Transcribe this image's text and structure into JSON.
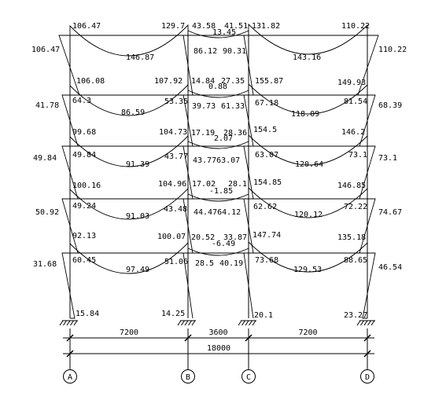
{
  "moment_labels": [
    {
      "id": "l5-A-left",
      "text": "106.47"
    },
    {
      "id": "l5-A-out",
      "text": "106.47"
    },
    {
      "id": "l5-AB-right",
      "text": "129.7"
    },
    {
      "id": "l5-AB-mid",
      "text": "146.87"
    },
    {
      "id": "l5-BC-left",
      "text": "43.58"
    },
    {
      "id": "l5-BC-right",
      "text": "41.51"
    },
    {
      "id": "l5-BC-mid",
      "text": "13.45"
    },
    {
      "id": "l5-CD-left",
      "text": "131.82"
    },
    {
      "id": "l5-CD-right",
      "text": "110.22"
    },
    {
      "id": "l5-D-out",
      "text": "110.22"
    },
    {
      "id": "l5-CD-mid",
      "text": "143.16"
    },
    {
      "id": "c5-B",
      "text": "86.12"
    },
    {
      "id": "c5-C",
      "text": "90.31"
    },
    {
      "id": "l4-A-left",
      "text": "106.08"
    },
    {
      "id": "l4-A-col",
      "text": "64.3"
    },
    {
      "id": "l4-A-out",
      "text": "41.78"
    },
    {
      "id": "l4-AB-right",
      "text": "107.92"
    },
    {
      "id": "l4-B-col",
      "text": "53.35"
    },
    {
      "id": "l4-AB-mid",
      "text": "86.59"
    },
    {
      "id": "l4-BC-left",
      "text": "14.84"
    },
    {
      "id": "l4-BC-right",
      "text": "27.35"
    },
    {
      "id": "l4-BC-mid",
      "text": "0.88"
    },
    {
      "id": "l4-CD-left",
      "text": "155.87"
    },
    {
      "id": "l4-CD-right",
      "text": "149.93"
    },
    {
      "id": "l4-C-col",
      "text": "67.18"
    },
    {
      "id": "l4-D-col",
      "text": "81.54"
    },
    {
      "id": "l4-D-out",
      "text": "68.39"
    },
    {
      "id": "l4-CD-mid",
      "text": "118.09"
    },
    {
      "id": "c4-B",
      "text": "39.73"
    },
    {
      "id": "c4-C",
      "text": "61.33"
    },
    {
      "id": "l3-A-left",
      "text": "99.68"
    },
    {
      "id": "l3-A-col",
      "text": "49.84"
    },
    {
      "id": "l3-A-out",
      "text": "49.84"
    },
    {
      "id": "l3-AB-right",
      "text": "104.73"
    },
    {
      "id": "l3-B-col",
      "text": "43.77"
    },
    {
      "id": "l3-AB-mid",
      "text": "91.39"
    },
    {
      "id": "l3-BC-left",
      "text": "17.19"
    },
    {
      "id": "l3-BC-right",
      "text": "28.36"
    },
    {
      "id": "l3-BC-mid",
      "text": "2.07"
    },
    {
      "id": "l3-CD-left",
      "text": "154.5"
    },
    {
      "id": "l3-CD-right",
      "text": "146.2"
    },
    {
      "id": "l3-C-col",
      "text": "63.07"
    },
    {
      "id": "l3-D-col",
      "text": "73.1"
    },
    {
      "id": "l3-D-out",
      "text": "73.1"
    },
    {
      "id": "l3-CD-mid",
      "text": "120.64"
    },
    {
      "id": "c3-BC",
      "text": "43.7763.07"
    },
    {
      "id": "l2-A-left",
      "text": "100.16"
    },
    {
      "id": "l2-A-col",
      "text": "49.24"
    },
    {
      "id": "l2-A-out",
      "text": "50.92"
    },
    {
      "id": "l2-AB-right",
      "text": "104.96"
    },
    {
      "id": "l2-B-col",
      "text": "43.48"
    },
    {
      "id": "l2-AB-mid",
      "text": "91.03"
    },
    {
      "id": "l2-BC-left",
      "text": "17.02"
    },
    {
      "id": "l2-BC-right",
      "text": "28.1"
    },
    {
      "id": "l2-BC-mid",
      "text": "-1.85"
    },
    {
      "id": "l2-CD-left",
      "text": "154.85"
    },
    {
      "id": "l2-CD-right",
      "text": "146.85"
    },
    {
      "id": "l2-C-col",
      "text": "62.62"
    },
    {
      "id": "l2-D-col",
      "text": "72.22"
    },
    {
      "id": "l2-D-out",
      "text": "74.67"
    },
    {
      "id": "l2-CD-mid",
      "text": "120.12"
    },
    {
      "id": "c2-BC",
      "text": "44.4764.12"
    },
    {
      "id": "l1-A-left",
      "text": "92.13"
    },
    {
      "id": "l1-A-col",
      "text": "60.45"
    },
    {
      "id": "l1-A-out",
      "text": "31.68"
    },
    {
      "id": "l1-AB-right",
      "text": "100.07"
    },
    {
      "id": "l1-B-col",
      "text": "51.06"
    },
    {
      "id": "l1-AB-mid",
      "text": "97.49"
    },
    {
      "id": "l1-BC-left",
      "text": "20.52"
    },
    {
      "id": "l1-BC-right",
      "text": "33.87"
    },
    {
      "id": "l1-BC-mid",
      "text": "-6.49"
    },
    {
      "id": "l1-CD-left",
      "text": "147.74"
    },
    {
      "id": "l1-CD-right",
      "text": "135.18"
    },
    {
      "id": "l1-C-col",
      "text": "73.68"
    },
    {
      "id": "l1-D-col",
      "text": "88.65"
    },
    {
      "id": "l1-D-out",
      "text": "46.54"
    },
    {
      "id": "l1-CD-mid",
      "text": "129.53"
    },
    {
      "id": "c1-B",
      "text": "28.5"
    },
    {
      "id": "c1-C",
      "text": "40.19"
    },
    {
      "id": "base-A",
      "text": "15.84"
    },
    {
      "id": "base-B",
      "text": "14.25"
    },
    {
      "id": "base-C",
      "text": "20.1"
    },
    {
      "id": "base-D",
      "text": "23.27"
    }
  ],
  "dimensions": {
    "spans": [
      "7200",
      "3600",
      "7200"
    ],
    "total": "18000"
  },
  "axes": [
    "A",
    "B",
    "C",
    "D"
  ]
}
